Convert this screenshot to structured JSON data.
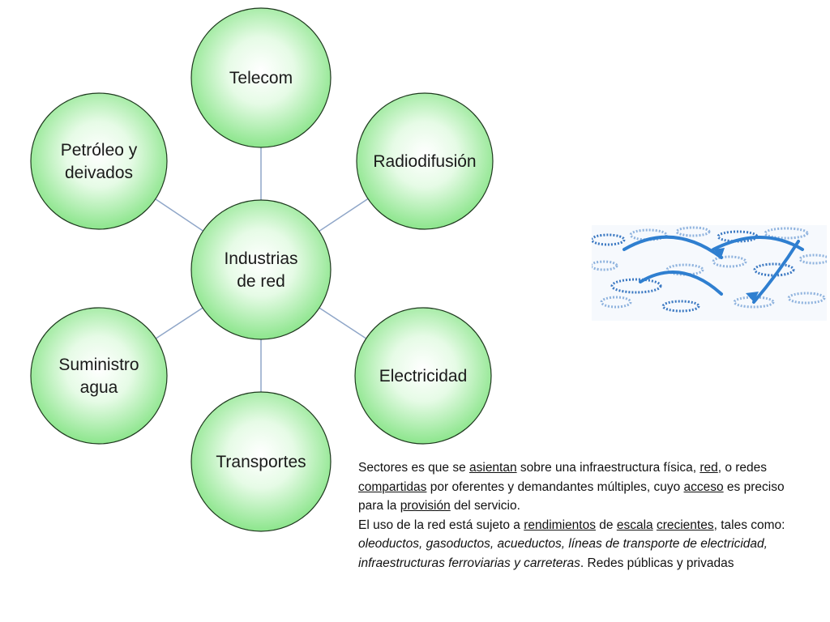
{
  "diagram": {
    "center": {
      "lines": [
        "Industrias",
        "de red"
      ]
    },
    "nodes": [
      {
        "id": "telecom",
        "lines": [
          "Telecom"
        ]
      },
      {
        "id": "radiodifusion",
        "lines": [
          "Radiodifusión"
        ]
      },
      {
        "id": "electricidad",
        "lines": [
          "Electricidad"
        ]
      },
      {
        "id": "transportes",
        "lines": [
          "Transportes"
        ]
      },
      {
        "id": "suministro-agua",
        "lines": [
          "Suministro",
          "agua"
        ]
      },
      {
        "id": "petroleo",
        "lines": [
          "Petróleo y",
          "deivados"
        ]
      }
    ],
    "colors": {
      "circle_fill_center": "#ffffff",
      "circle_fill_edge": "#7ee27e",
      "circle_stroke": "#1f3a1f",
      "connector": "#8fa6c8"
    }
  },
  "description": {
    "segments": [
      {
        "t": "Sectores es que se "
      },
      {
        "t": "asientan",
        "u": true
      },
      {
        "t": " sobre una infraestructura física, "
      },
      {
        "t": "red",
        "u": true
      },
      {
        "t": ", o redes "
      },
      {
        "t": "compartidas",
        "u": true
      },
      {
        "t": " por oferentes y demandantes múltiples, cuyo "
      },
      {
        "t": "acceso",
        "u": true
      },
      {
        "t": " es preciso para la "
      },
      {
        "t": "provisión",
        "u": true
      },
      {
        "t": " del servicio."
      },
      {
        "br": true
      },
      {
        "t": "El  uso de la red está sujeto a "
      },
      {
        "t": "rendimientos",
        "u": true
      },
      {
        "t": " de "
      },
      {
        "t": "escala",
        "u": true
      },
      {
        "t": " "
      },
      {
        "t": "crecientes",
        "u": true
      },
      {
        "t": ", tales como: "
      },
      {
        "t": "oleoductos, gasoductos, acueductos, líneas de transporte de electricidad, infraestructuras ferroviarias y carreteras",
        "i": true
      },
      {
        "t": ". Redes públicas y privadas"
      }
    ]
  },
  "photo": {
    "icon": "people-network-image",
    "accent": "#2f7fd0"
  }
}
